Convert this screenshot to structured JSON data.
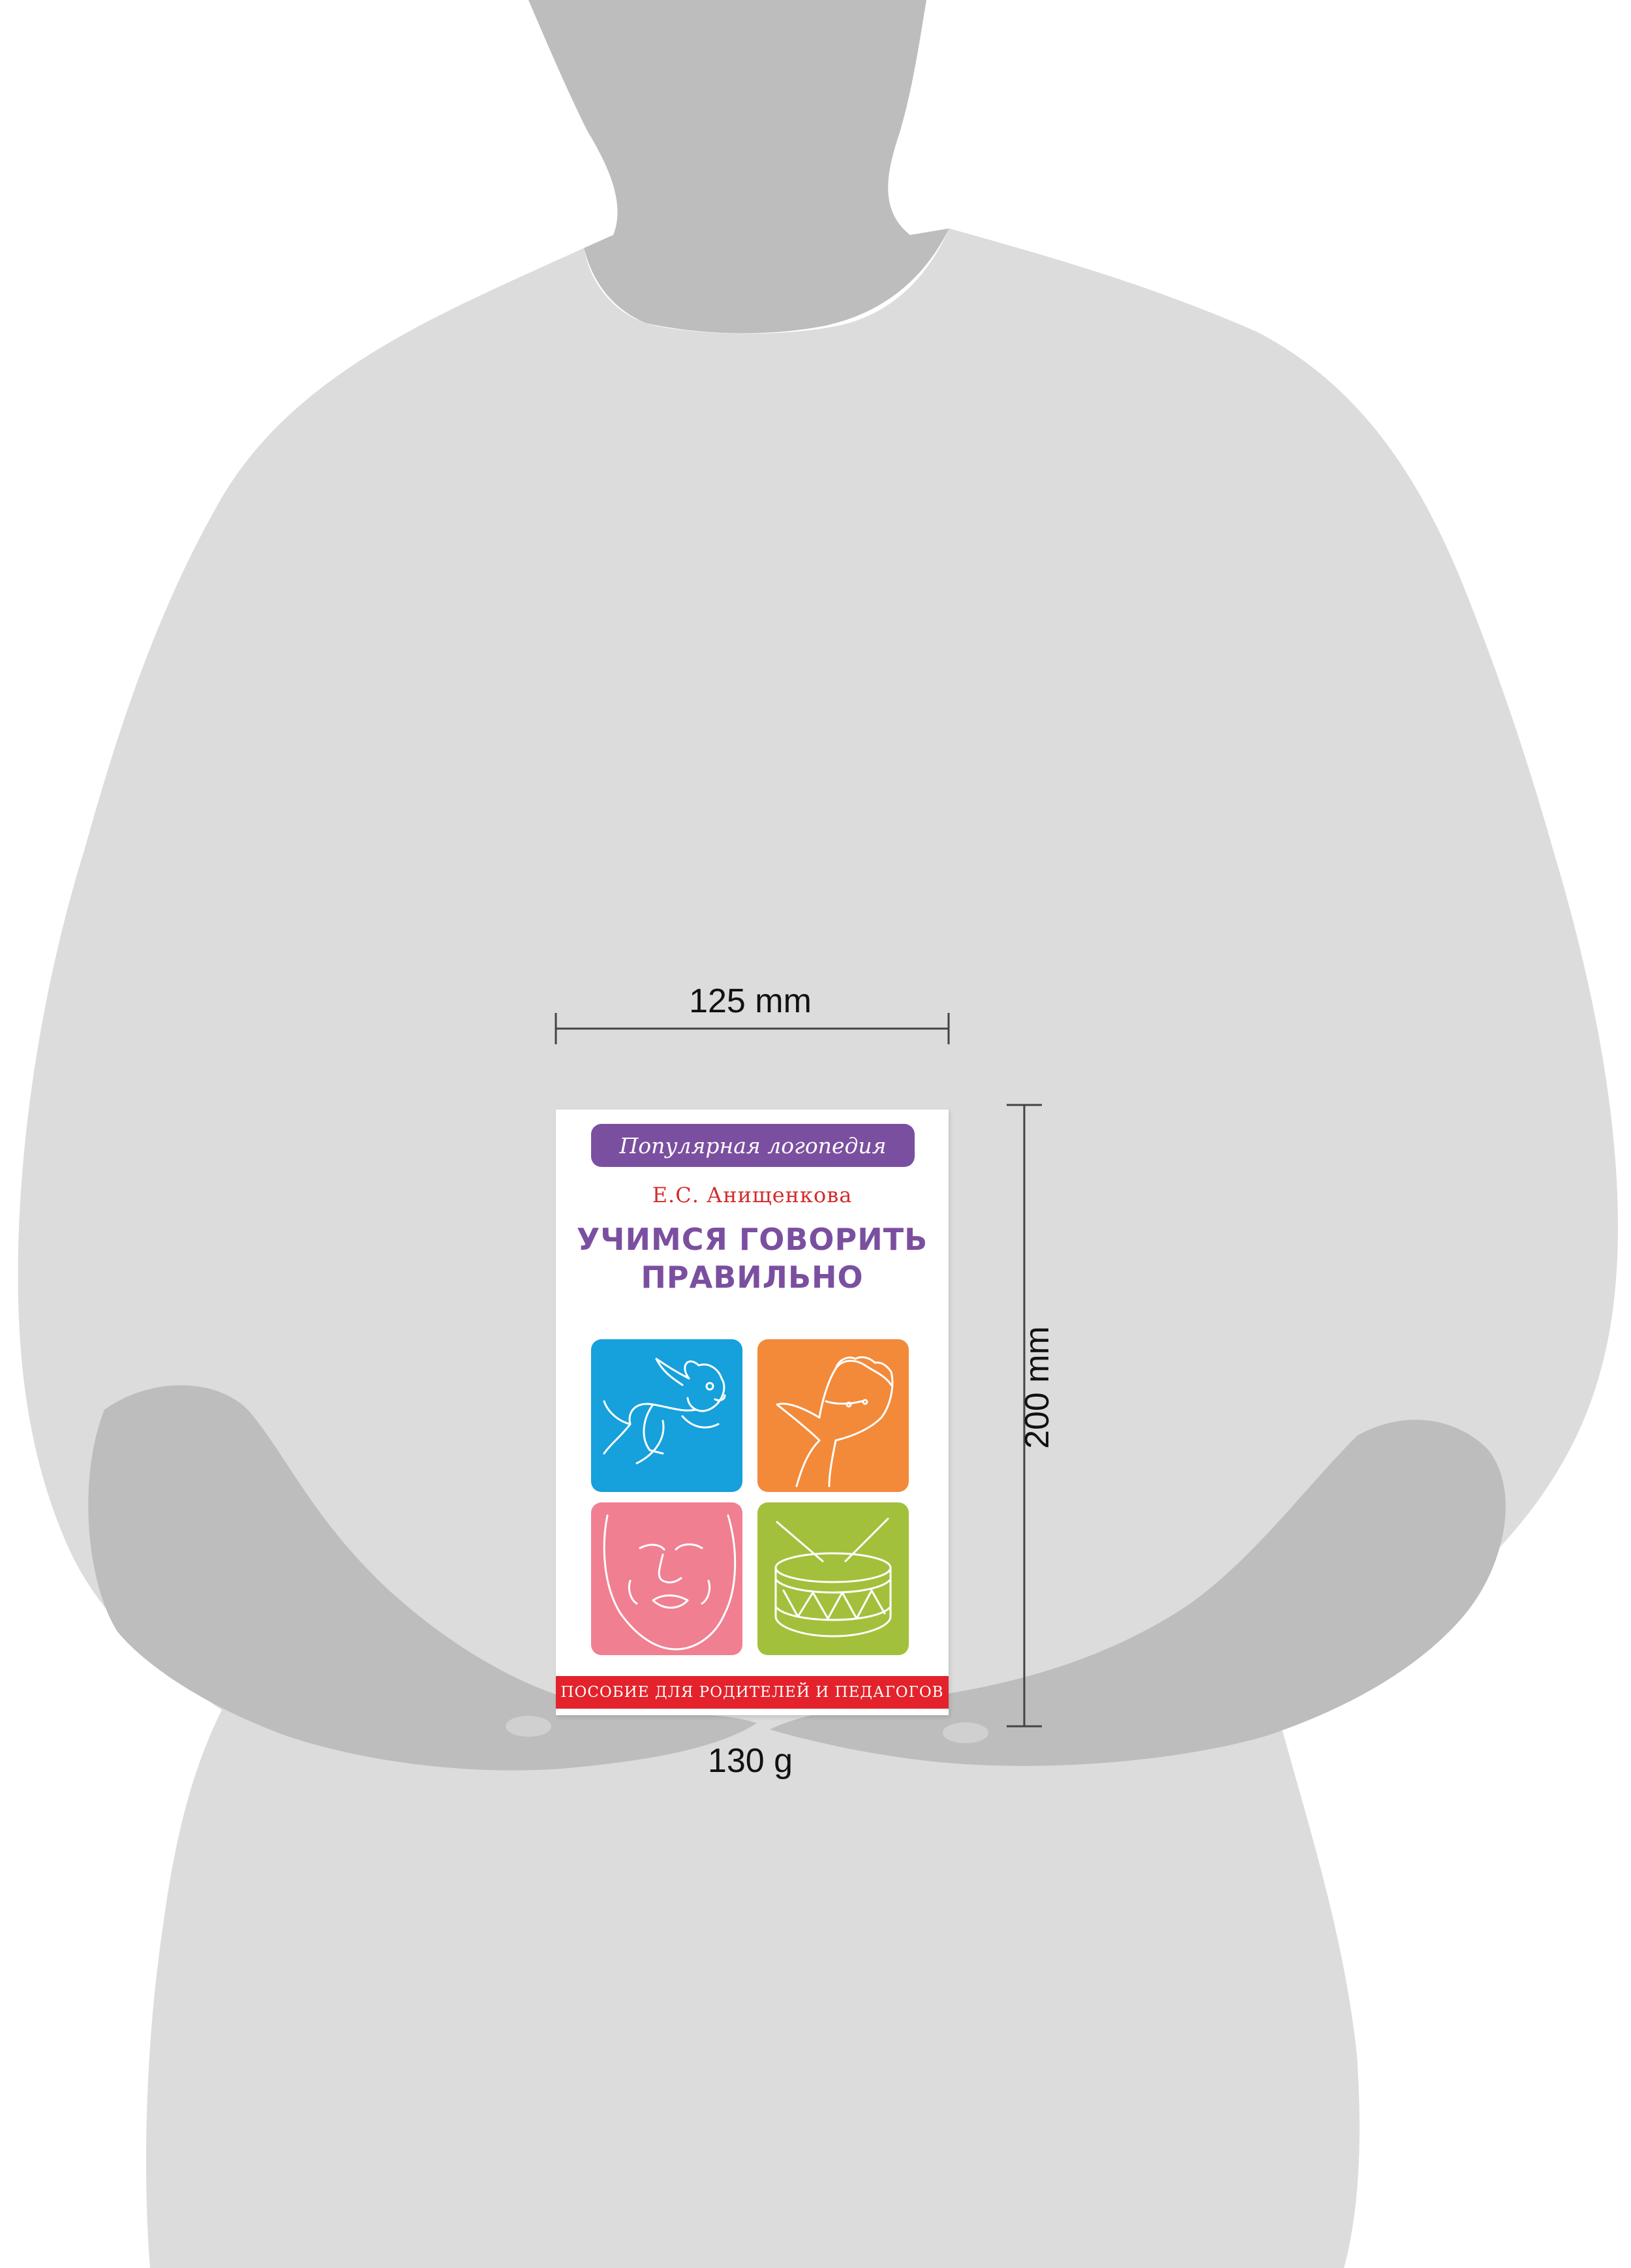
{
  "colors": {
    "silhouette_light": "#dcdcdc",
    "silhouette_dark": "#bdbdbd",
    "series_purple": "#7b4fa0",
    "author_red": "#d52b2b",
    "tile_blue": "#16a0dc",
    "tile_orange": "#f28a3a",
    "tile_pink": "#f07f92",
    "tile_green": "#a3c03c",
    "band_red": "#e3222b"
  },
  "dimensions": {
    "width_label": "125 mm",
    "height_label": "200 mm",
    "weight_label": "130 g"
  },
  "book": {
    "series": "Популярная логопедия",
    "author": "Е.С. Анищенкова",
    "title_line_1": "УЧИМСЯ ГОВОРИТЬ",
    "title_line_2": "ПРАВИЛЬНО",
    "subtitle_band": "ПОСОБИЕ ДЛЯ РОДИТЕЛЕЙ И ПЕДАГОГОВ",
    "illustrations": [
      "dog-illustration",
      "hand-illustration",
      "face-illustration",
      "drum-illustration"
    ]
  }
}
